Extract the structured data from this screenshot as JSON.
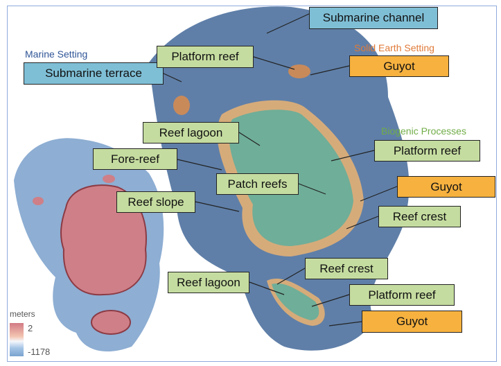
{
  "categories": {
    "marine": "Marine Setting",
    "solid_earth": "Solid Earth Setting",
    "biogenic": "Biogenic Processes"
  },
  "colors": {
    "marine": "#2f5597",
    "solid_earth": "#e07b39",
    "biogenic": "#70ad47"
  },
  "labels": {
    "submarine_channel": "Submarine channel",
    "submarine_terrace": "Submarine terrace",
    "platform_reef_1": "Platform reef",
    "guyot_1": "Guyot",
    "reef_lagoon_1": "Reef lagoon",
    "platform_reef_2": "Platform reef",
    "fore_reef": "Fore-reef",
    "patch_reefs": "Patch reefs",
    "guyot_2": "Guyot",
    "reef_slope": "Reef slope",
    "reef_crest_1": "Reef crest",
    "reef_crest_2": "Reef crest",
    "reef_lagoon_2": "Reef lagoon",
    "platform_reef_3": "Platform reef",
    "guyot_3": "Guyot"
  },
  "legend": {
    "title": "meters",
    "max": "2",
    "min": "-1178"
  }
}
